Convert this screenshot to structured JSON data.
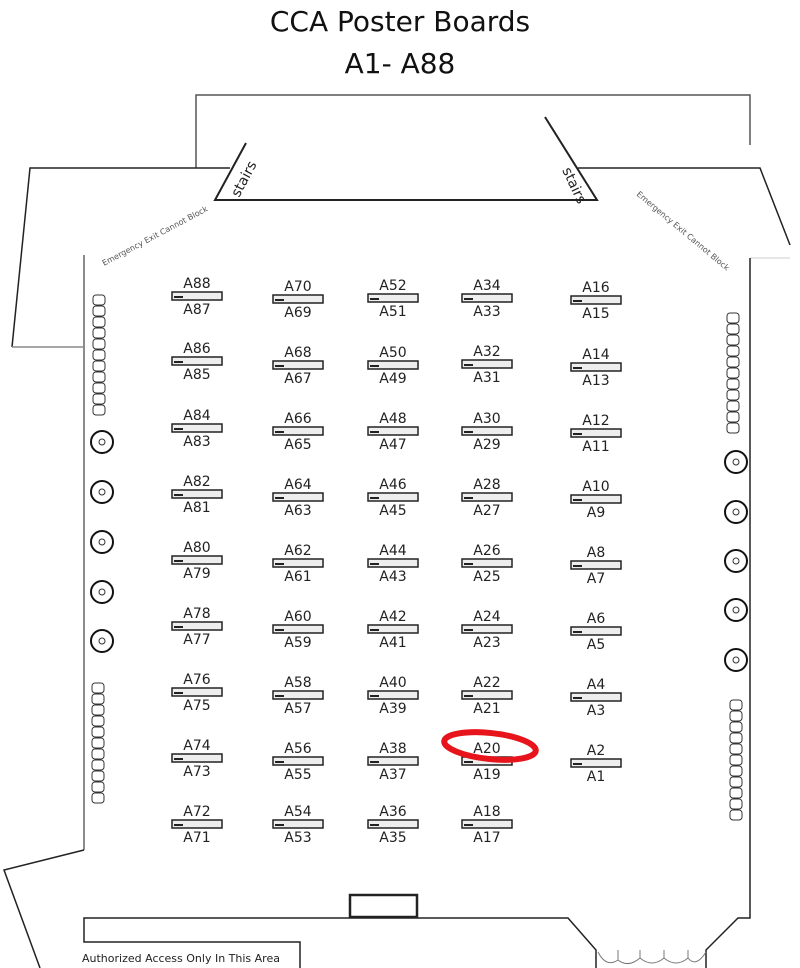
{
  "title_line1": "CCA Poster Boards",
  "title_line2": "A1- A88",
  "labels": {
    "stairs_left": "stairs",
    "stairs_right": "stairs",
    "emergency_left": "Emergency Exit Cannot Block",
    "emergency_right": "Emergency Exit Cannot Block",
    "authorized": "Authorized Access Only In This Area"
  },
  "highlight": {
    "board": "A20",
    "color": "#e8141b"
  },
  "columns": [
    {
      "boards": [
        [
          "A88",
          "A87"
        ],
        [
          "A86",
          "A85"
        ],
        [
          "A84",
          "A83"
        ],
        [
          "A82",
          "A81"
        ],
        [
          "A80",
          "A79"
        ],
        [
          "A78",
          "A77"
        ],
        [
          "A76",
          "A75"
        ],
        [
          "A74",
          "A73"
        ],
        [
          "A72",
          "A71"
        ]
      ]
    },
    {
      "boards": [
        [
          "A70",
          "A69"
        ],
        [
          "A68",
          "A67"
        ],
        [
          "A66",
          "A65"
        ],
        [
          "A64",
          "A63"
        ],
        [
          "A62",
          "A61"
        ],
        [
          "A60",
          "A59"
        ],
        [
          "A58",
          "A57"
        ],
        [
          "A56",
          "A55"
        ],
        [
          "A54",
          "A53"
        ]
      ]
    },
    {
      "boards": [
        [
          "A52",
          "A51"
        ],
        [
          "A50",
          "A49"
        ],
        [
          "A48",
          "A47"
        ],
        [
          "A46",
          "A45"
        ],
        [
          "A44",
          "A43"
        ],
        [
          "A42",
          "A41"
        ],
        [
          "A40",
          "A39"
        ],
        [
          "A38",
          "A37"
        ],
        [
          "A36",
          "A35"
        ]
      ]
    },
    {
      "boards": [
        [
          "A34",
          "A33"
        ],
        [
          "A32",
          "A31"
        ],
        [
          "A30",
          "A29"
        ],
        [
          "A28",
          "A27"
        ],
        [
          "A26",
          "A25"
        ],
        [
          "A24",
          "A23"
        ],
        [
          "A22",
          "A21"
        ],
        [
          "A20",
          "A19"
        ],
        [
          "A18",
          "A17"
        ]
      ]
    },
    {
      "boards": [
        [
          "A16",
          "A15"
        ],
        [
          "A14",
          "A13"
        ],
        [
          "A12",
          "A11"
        ],
        [
          "A10",
          "A9"
        ],
        [
          "A8",
          "A7"
        ],
        [
          "A6",
          "A5"
        ],
        [
          "A4",
          "A3"
        ],
        [
          "A2",
          "A1"
        ]
      ]
    }
  ]
}
